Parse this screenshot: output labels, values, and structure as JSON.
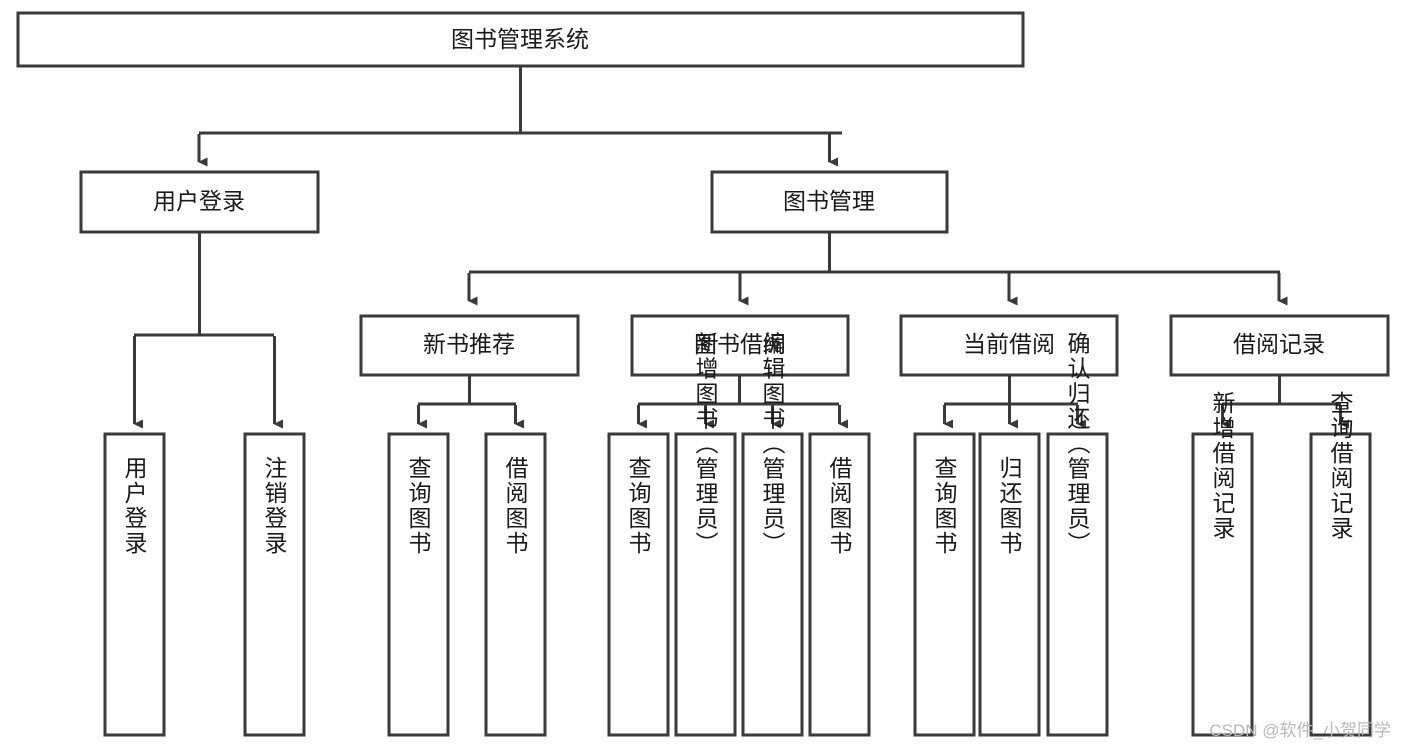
{
  "diagram": {
    "type": "tree-hierarchy",
    "title": "图书管理系统",
    "orientation": "top-down",
    "levels": 4,
    "root": {
      "id": "root",
      "label": "图书管理系统",
      "text_direction": "horizontal"
    },
    "level2": [
      {
        "id": "user-login",
        "label": "用户登录",
        "text_direction": "horizontal"
      },
      {
        "id": "book-management",
        "label": "图书管理",
        "text_direction": "horizontal"
      }
    ],
    "level3": [
      {
        "id": "new-book-recommend",
        "label": "新书推荐",
        "text_direction": "horizontal",
        "parent": "book-management"
      },
      {
        "id": "book-borrow",
        "label": "图书借阅",
        "text_direction": "horizontal",
        "parent": "book-management"
      },
      {
        "id": "current-borrow",
        "label": "当前借阅",
        "text_direction": "horizontal",
        "parent": "book-management"
      },
      {
        "id": "borrow-record",
        "label": "借阅记录",
        "text_direction": "horizontal",
        "parent": "book-management"
      }
    ],
    "leaves": {
      "user-login": [
        {
          "id": "leaf-user-login",
          "label": "用户登录",
          "text_direction": "vertical"
        },
        {
          "id": "leaf-logout",
          "label": "注销登录",
          "text_direction": "vertical"
        }
      ],
      "new-book-recommend": [
        {
          "id": "leaf-query-book-1",
          "label": "查询图书",
          "text_direction": "vertical"
        },
        {
          "id": "leaf-borrow-book-1",
          "label": "借阅图书",
          "text_direction": "vertical"
        }
      ],
      "book-borrow": [
        {
          "id": "leaf-query-book-2",
          "label": "查询图书",
          "text_direction": "vertical"
        },
        {
          "id": "leaf-add-book",
          "label": "新增图书（管理员）",
          "text_direction": "vertical"
        },
        {
          "id": "leaf-edit-book",
          "label": "编辑图书（管理员）",
          "text_direction": "vertical"
        },
        {
          "id": "leaf-borrow-book-2",
          "label": "借阅图书",
          "text_direction": "vertical"
        }
      ],
      "current-borrow": [
        {
          "id": "leaf-query-book-3",
          "label": "查询图书",
          "text_direction": "vertical"
        },
        {
          "id": "leaf-return-book",
          "label": "归还图书",
          "text_direction": "vertical"
        },
        {
          "id": "leaf-confirm-return",
          "label": "确认归还（管理员）",
          "text_direction": "vertical"
        }
      ],
      "borrow-record": [
        {
          "id": "leaf-add-record",
          "label": "新增借阅记录",
          "text_direction": "vertical"
        },
        {
          "id": "leaf-query-record",
          "label": "查询借阅记录",
          "text_direction": "vertical"
        }
      ]
    },
    "colors": {
      "stroke": "#3a3a3a",
      "fill": "#ffffff",
      "text": "#1a1a1a",
      "background": "#ffffff",
      "watermark": "#b8b8b8"
    }
  },
  "watermark": {
    "label": "CSDN @软件_小贺同学"
  }
}
